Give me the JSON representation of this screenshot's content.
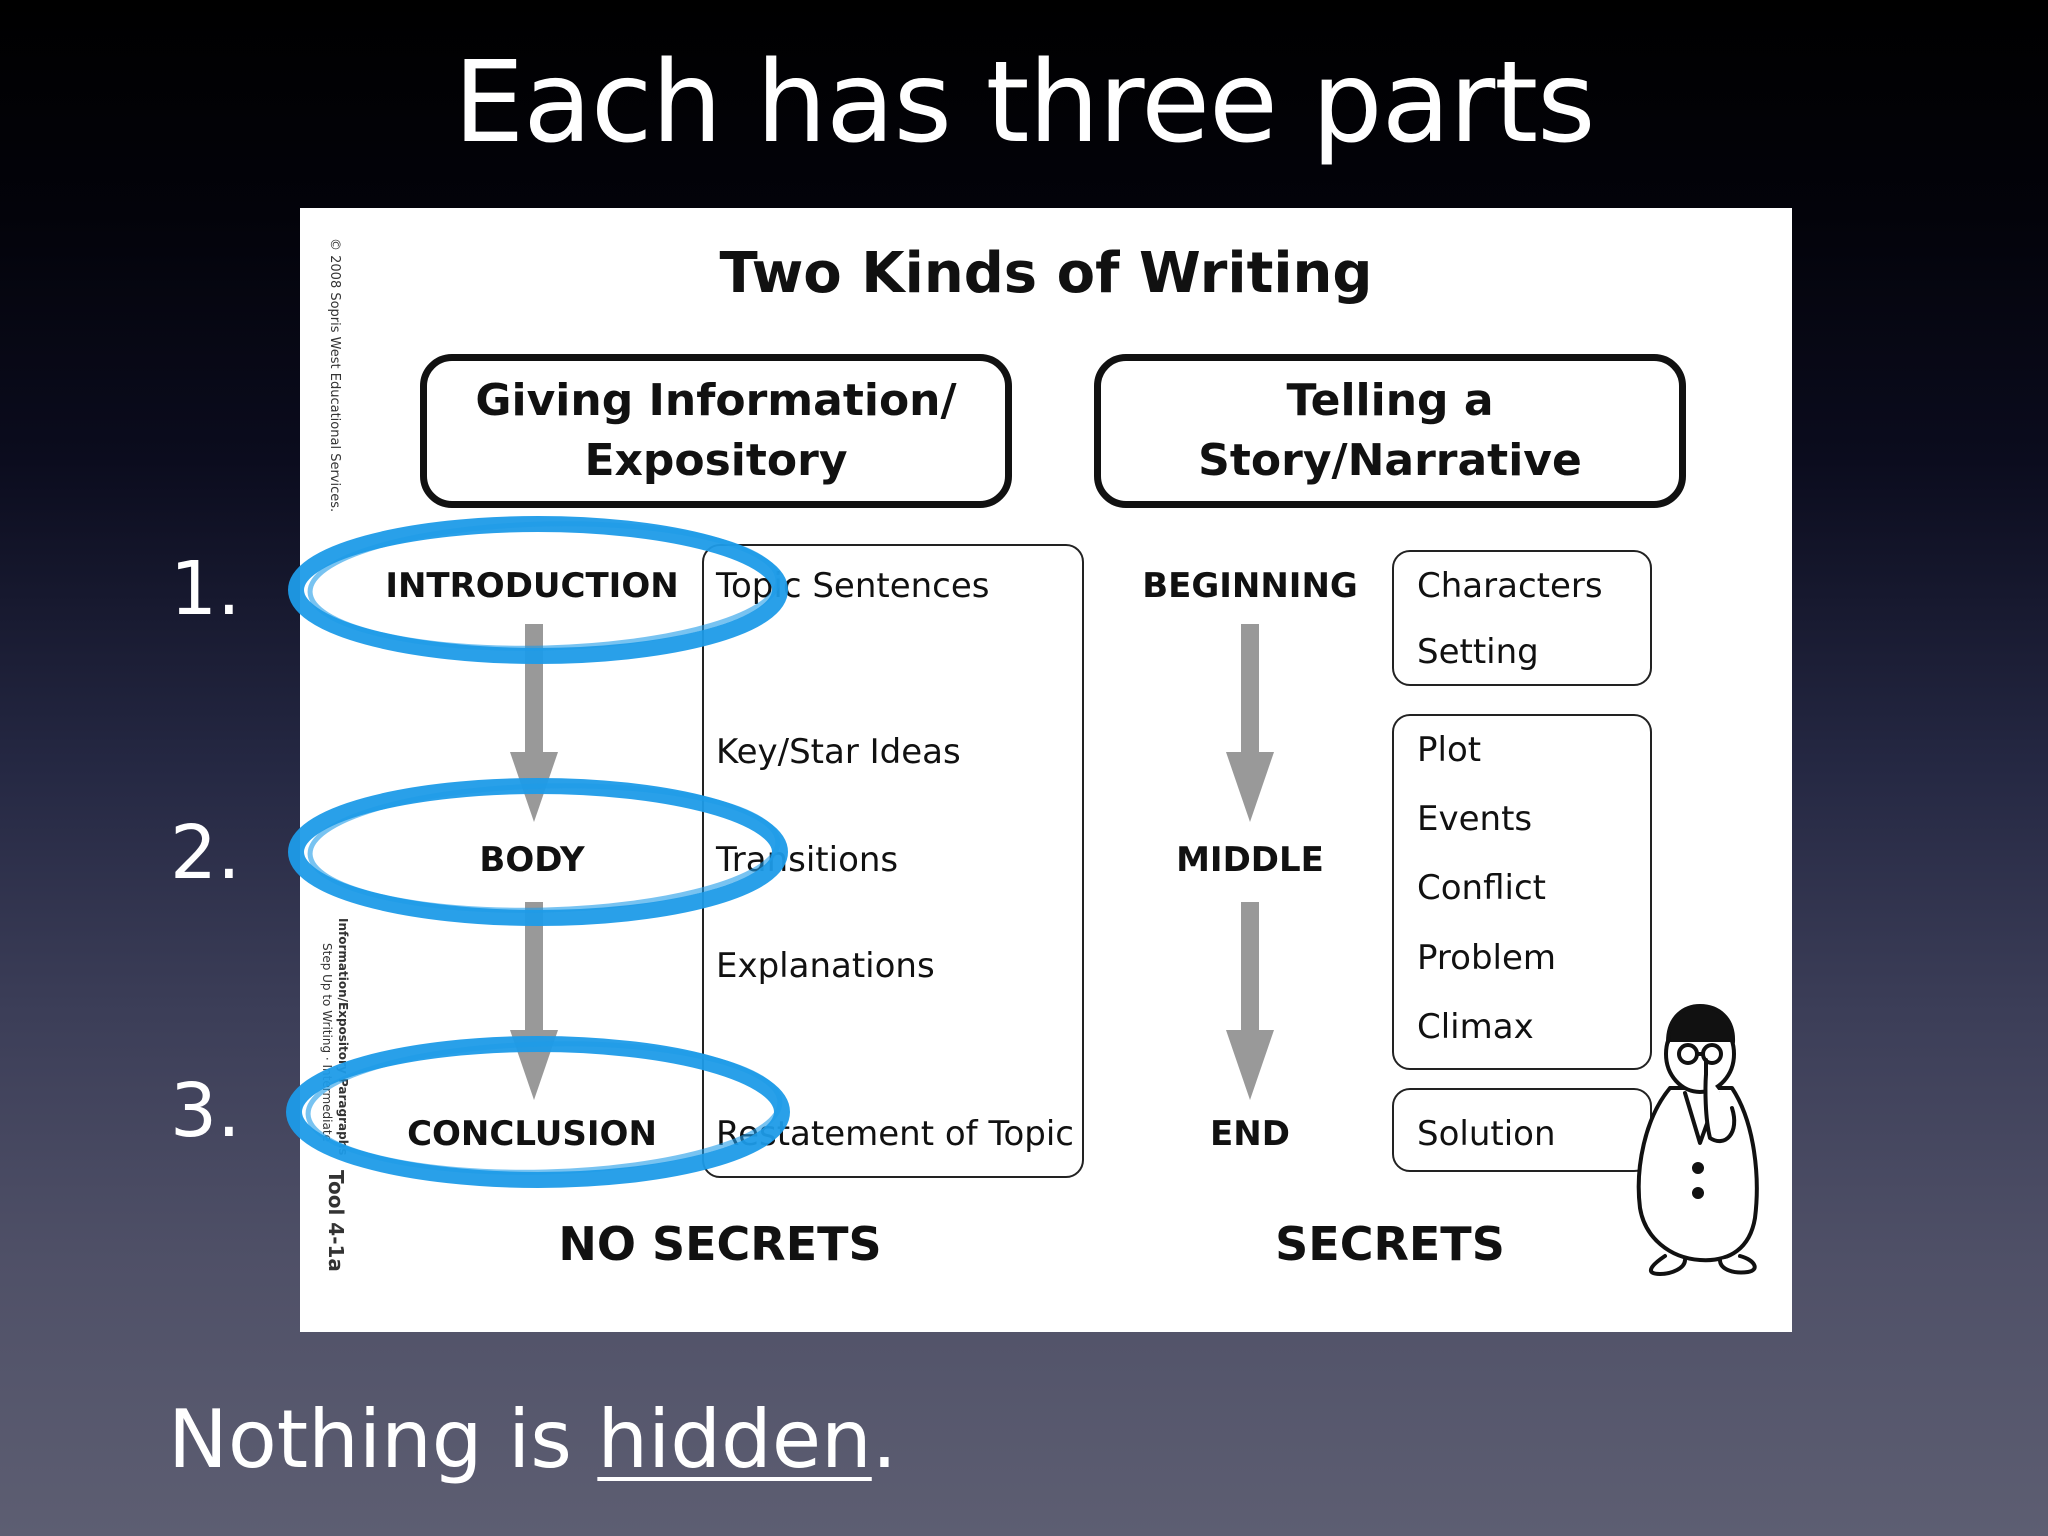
{
  "slide_title": "Each has three parts",
  "card": {
    "title": "Two Kinds of Writing",
    "copyright": "© 2008 Sopris West Educational Services.",
    "side_label_1": "Information/Expository Paragraphs",
    "side_label_2": "Step Up to Writing · Intermediate",
    "tool_label": "Tool 4-1a",
    "left_kind": {
      "line1": "Giving Information/",
      "line2": "Expository"
    },
    "right_kind": {
      "line1": "Telling a",
      "line2": "Story/Narrative"
    },
    "left_stages": [
      "INTRODUCTION",
      "BODY",
      "CONCLUSION"
    ],
    "right_stages": [
      "BEGINNING",
      "MIDDLE",
      "END"
    ],
    "left_details": [
      "Topic Sentences",
      "Key/Star Ideas",
      "Transitions",
      "Explanations",
      "Restatement of Topic"
    ],
    "right_box1": [
      "Characters",
      "Setting"
    ],
    "right_box2": [
      "Plot",
      "Events",
      "Conflict",
      "Problem",
      "Climax"
    ],
    "right_box3": [
      "Solution"
    ],
    "left_footer": "NO SECRETS",
    "right_footer": "SECRETS"
  },
  "numbers": [
    "1.",
    "2.",
    "3."
  ],
  "footer": {
    "text_before": "Nothing is ",
    "underlined": "hidden",
    "text_after": "."
  },
  "colors": {
    "highlight": "#1e9be8",
    "arrow": "#999999"
  },
  "icons": [
    "down-arrow-icon",
    "highlight-circle",
    "character-illustration"
  ]
}
